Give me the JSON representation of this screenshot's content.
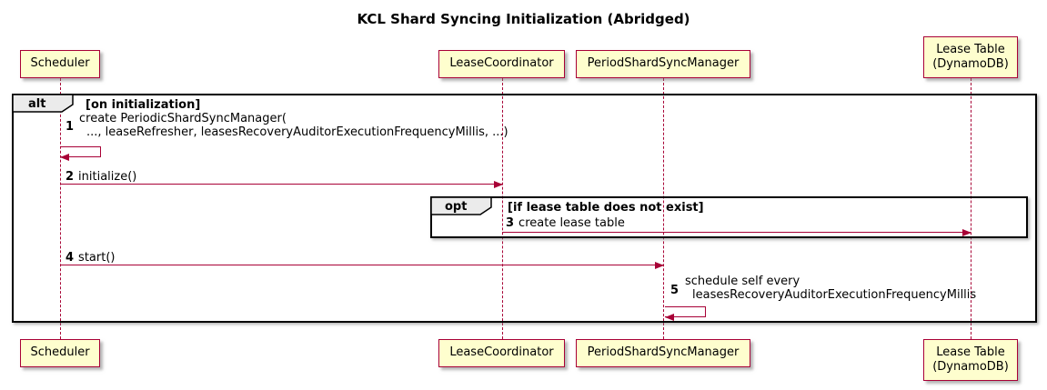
{
  "title": "KCL Shard Syncing Initialization (Abridged)",
  "participants": [
    {
      "id": "scheduler",
      "label": "Scheduler"
    },
    {
      "id": "lease-coordinator",
      "label": "LeaseCoordinator"
    },
    {
      "id": "period-shard-sync-manager",
      "label": "PeriodShardSyncManager"
    },
    {
      "id": "lease-table",
      "label": "Lease Table\n(DynamoDB)"
    }
  ],
  "frames": {
    "alt": {
      "keyword": "alt",
      "guard": "[on initialization]"
    },
    "opt": {
      "keyword": "opt",
      "guard": "[if lease table does not exist]"
    }
  },
  "messages": [
    {
      "num": "1",
      "type": "self",
      "from": "scheduler",
      "to": "scheduler",
      "line1": "create PeriodicShardSyncManager(",
      "line2": "..., leaseRefresher, leasesRecoveryAuditorExecutionFrequencyMillis, ...)"
    },
    {
      "num": "2",
      "type": "solid",
      "from": "scheduler",
      "to": "lease-coordinator",
      "text": "initialize()"
    },
    {
      "num": "3",
      "type": "solid",
      "from": "lease-coordinator",
      "to": "lease-table",
      "text": "create lease table"
    },
    {
      "num": "4",
      "type": "solid",
      "from": "scheduler",
      "to": "period-shard-sync-manager",
      "text": "start()"
    },
    {
      "num": "5",
      "type": "self",
      "from": "period-shard-sync-manager",
      "to": "period-shard-sync-manager",
      "line1": "schedule self every",
      "line2": "leasesRecoveryAuditorExecutionFrequencyMillis"
    }
  ],
  "colors": {
    "participant_fill": "#FEFECE",
    "participant_border": "#A80036",
    "arrow": "#A80036",
    "lifeline": "#A80036",
    "frame_border": "#000000"
  }
}
